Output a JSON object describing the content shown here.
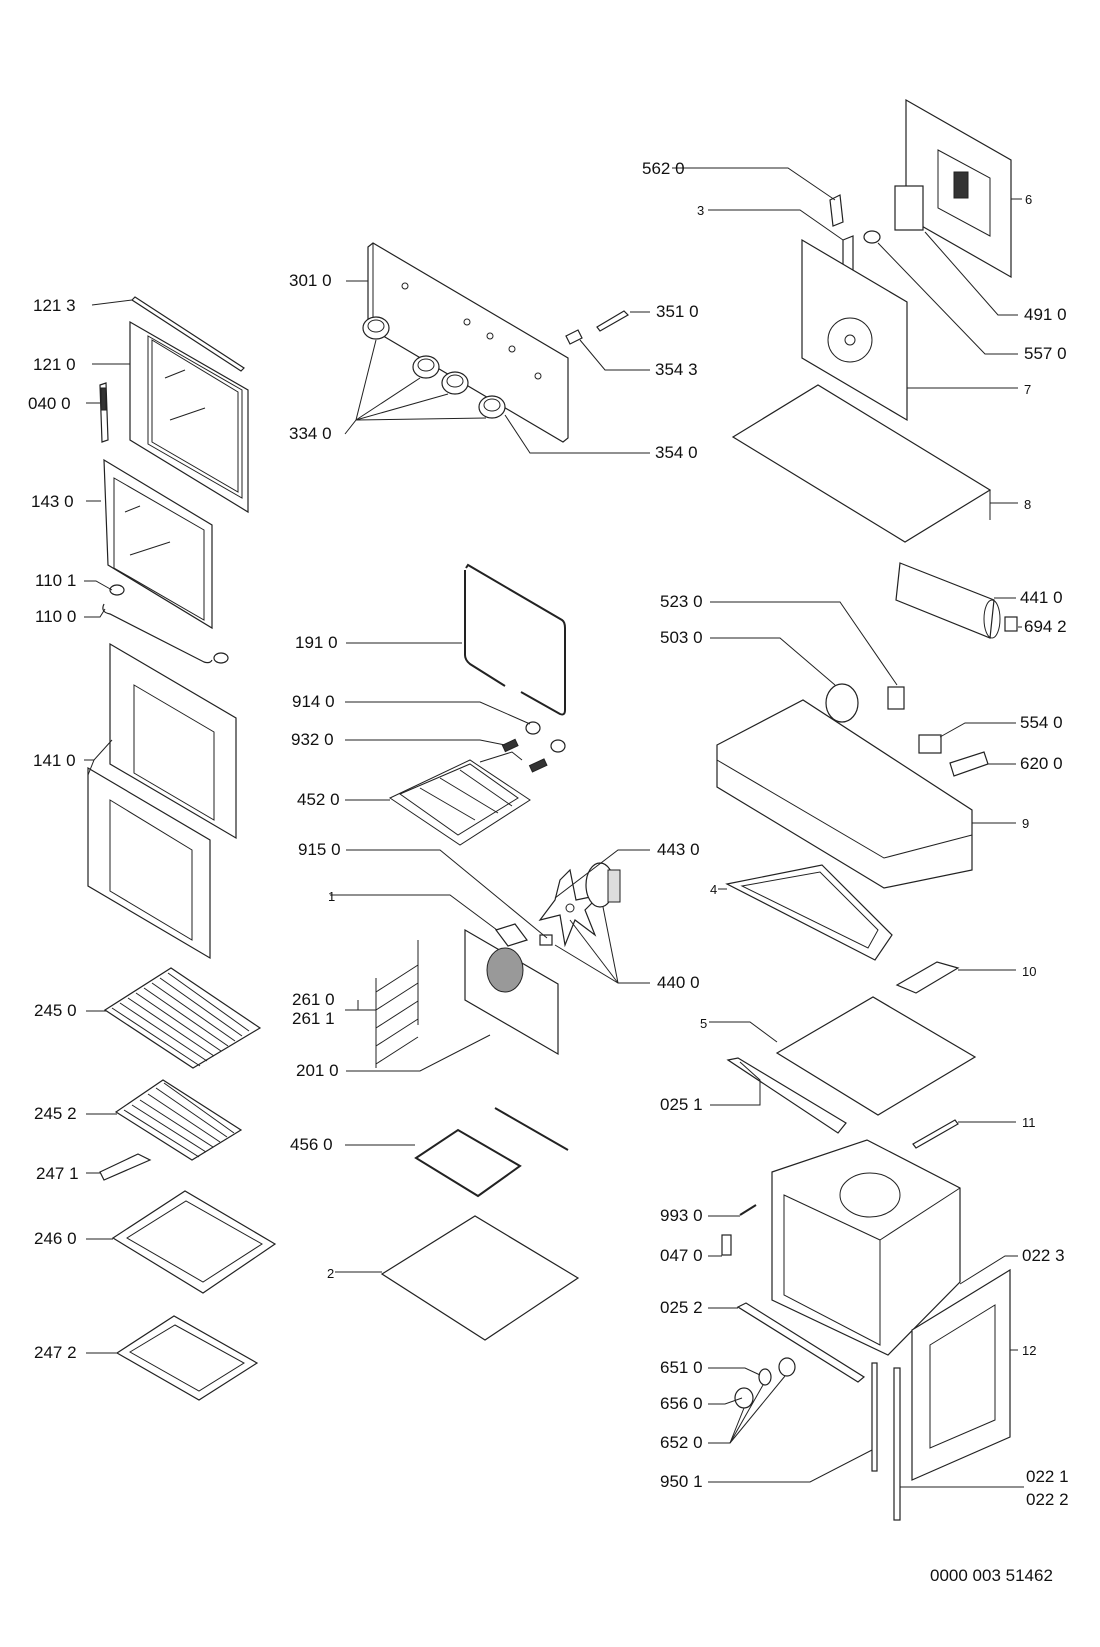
{
  "document": {
    "type": "exploded-parts-diagram",
    "subject": "built-in oven",
    "drawing_number": "0000 003 51462"
  },
  "labels": {
    "l1213": "121 3",
    "l1210": "121 0",
    "l0400": "040 0",
    "l1430": "143 0",
    "l1101": "110 1",
    "l1100": "110 0",
    "l1410": "141 0",
    "l2450": "245 0",
    "l2452": "245 2",
    "l2471": "247 1",
    "l2460": "246 0",
    "l2472": "247 2",
    "l3010": "301 0",
    "l3510": "351 0",
    "l3543": "354 3",
    "l3340": "334 0",
    "l3540": "354 0",
    "l1910": "191 0",
    "l9140": "914 0",
    "l9320": "932 0",
    "l4520": "452 0",
    "l9150": "915 0",
    "l4430": "443 0",
    "l1": "1",
    "l4400": "440 0",
    "l2610": "261 0",
    "l2611": "261 1",
    "l2010": "201 0",
    "l4560": "456 0",
    "l2": "2",
    "l5620": "562 0",
    "l3": "3",
    "l6": "6",
    "l4910": "491 0",
    "l5570": "557 0",
    "l7": "7",
    "l8": "8",
    "l4410": "441 0",
    "l6942": "694 2",
    "l5230": "523 0",
    "l5030": "503 0",
    "l5540": "554 0",
    "l6200": "620 0",
    "l9": "9",
    "l4": "4",
    "l10": "10",
    "l5": "5",
    "l0251": "025 1",
    "l11": "11",
    "l9930": "993 0",
    "l0470": "047 0",
    "l0223": "022 3",
    "l0252": "025 2",
    "l12": "12",
    "l6510": "651 0",
    "l6560": "656 0",
    "l6520": "652 0",
    "l9501": "950 1",
    "l0221": "022 1",
    "l0222": "022 2"
  }
}
